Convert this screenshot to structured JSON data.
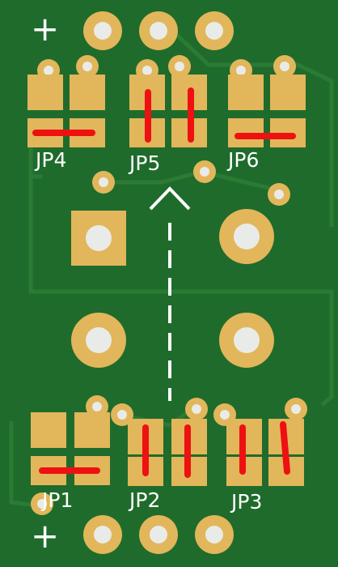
{
  "board": {
    "colors": {
      "substrate": "#1f6b2c",
      "trace": "#2c7d36",
      "pad": "#e2b65a",
      "drill": "#e9ebe8",
      "jumper": "#ee1111",
      "silk": "#ffffff"
    }
  },
  "labels": {
    "plus_top": "+",
    "plus_bottom": "+",
    "jp1": "JP1",
    "jp2": "JP2",
    "jp3": "JP3",
    "jp4": "JP4",
    "jp5": "JP5",
    "jp6": "JP6"
  }
}
